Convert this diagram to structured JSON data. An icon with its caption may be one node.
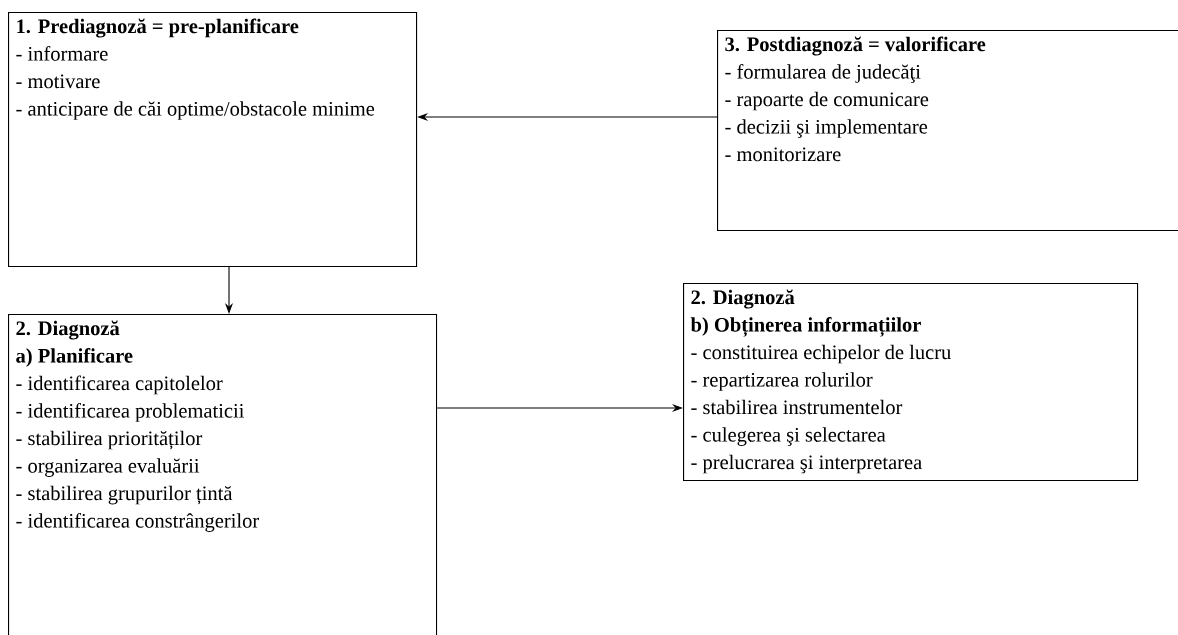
{
  "diagram": {
    "nodes": [
      {
        "text": [
          "1. Prediagnoză = pre-planificare",
          "- informare",
          "- motivare",
          "- anticipare de căi optime/obstacole minime"
        ]
      },
      {
        "text": [
          "3. Postdiagnoză = valorificare",
          "- formularea de judecăţi",
          "- rapoarte de comunicare",
          "- decizii şi implementare",
          "- monitorizare"
        ]
      },
      {
        "text": [
          "2. Diagnoză",
          "a) Planificare",
          "- identificarea capitolelor",
          "- identificarea problematicii",
          "- stabilirea priorităților",
          "- organizarea evaluării",
          "- stabilirea grupurilor țintă",
          "- identificarea constrângerilor"
        ]
      },
      {
        "text": [
          "2. Diagnoză",
          "b) Obținerea informațiilor",
          "- constituirea echipelor de lucru",
          "- repartizarea rolurilor",
          "- stabilirea instrumentelor",
          "- culegerea şi selectarea",
          "- prelucrarea şi interpretarea"
        ]
      }
    ],
    "edges": [
      {
        "from": 1,
        "to": 0,
        "arrow": "to"
      },
      {
        "from": 0,
        "to": 2,
        "arrow": "to"
      },
      {
        "from": 2,
        "to": 3,
        "arrow": "to"
      }
    ]
  }
}
